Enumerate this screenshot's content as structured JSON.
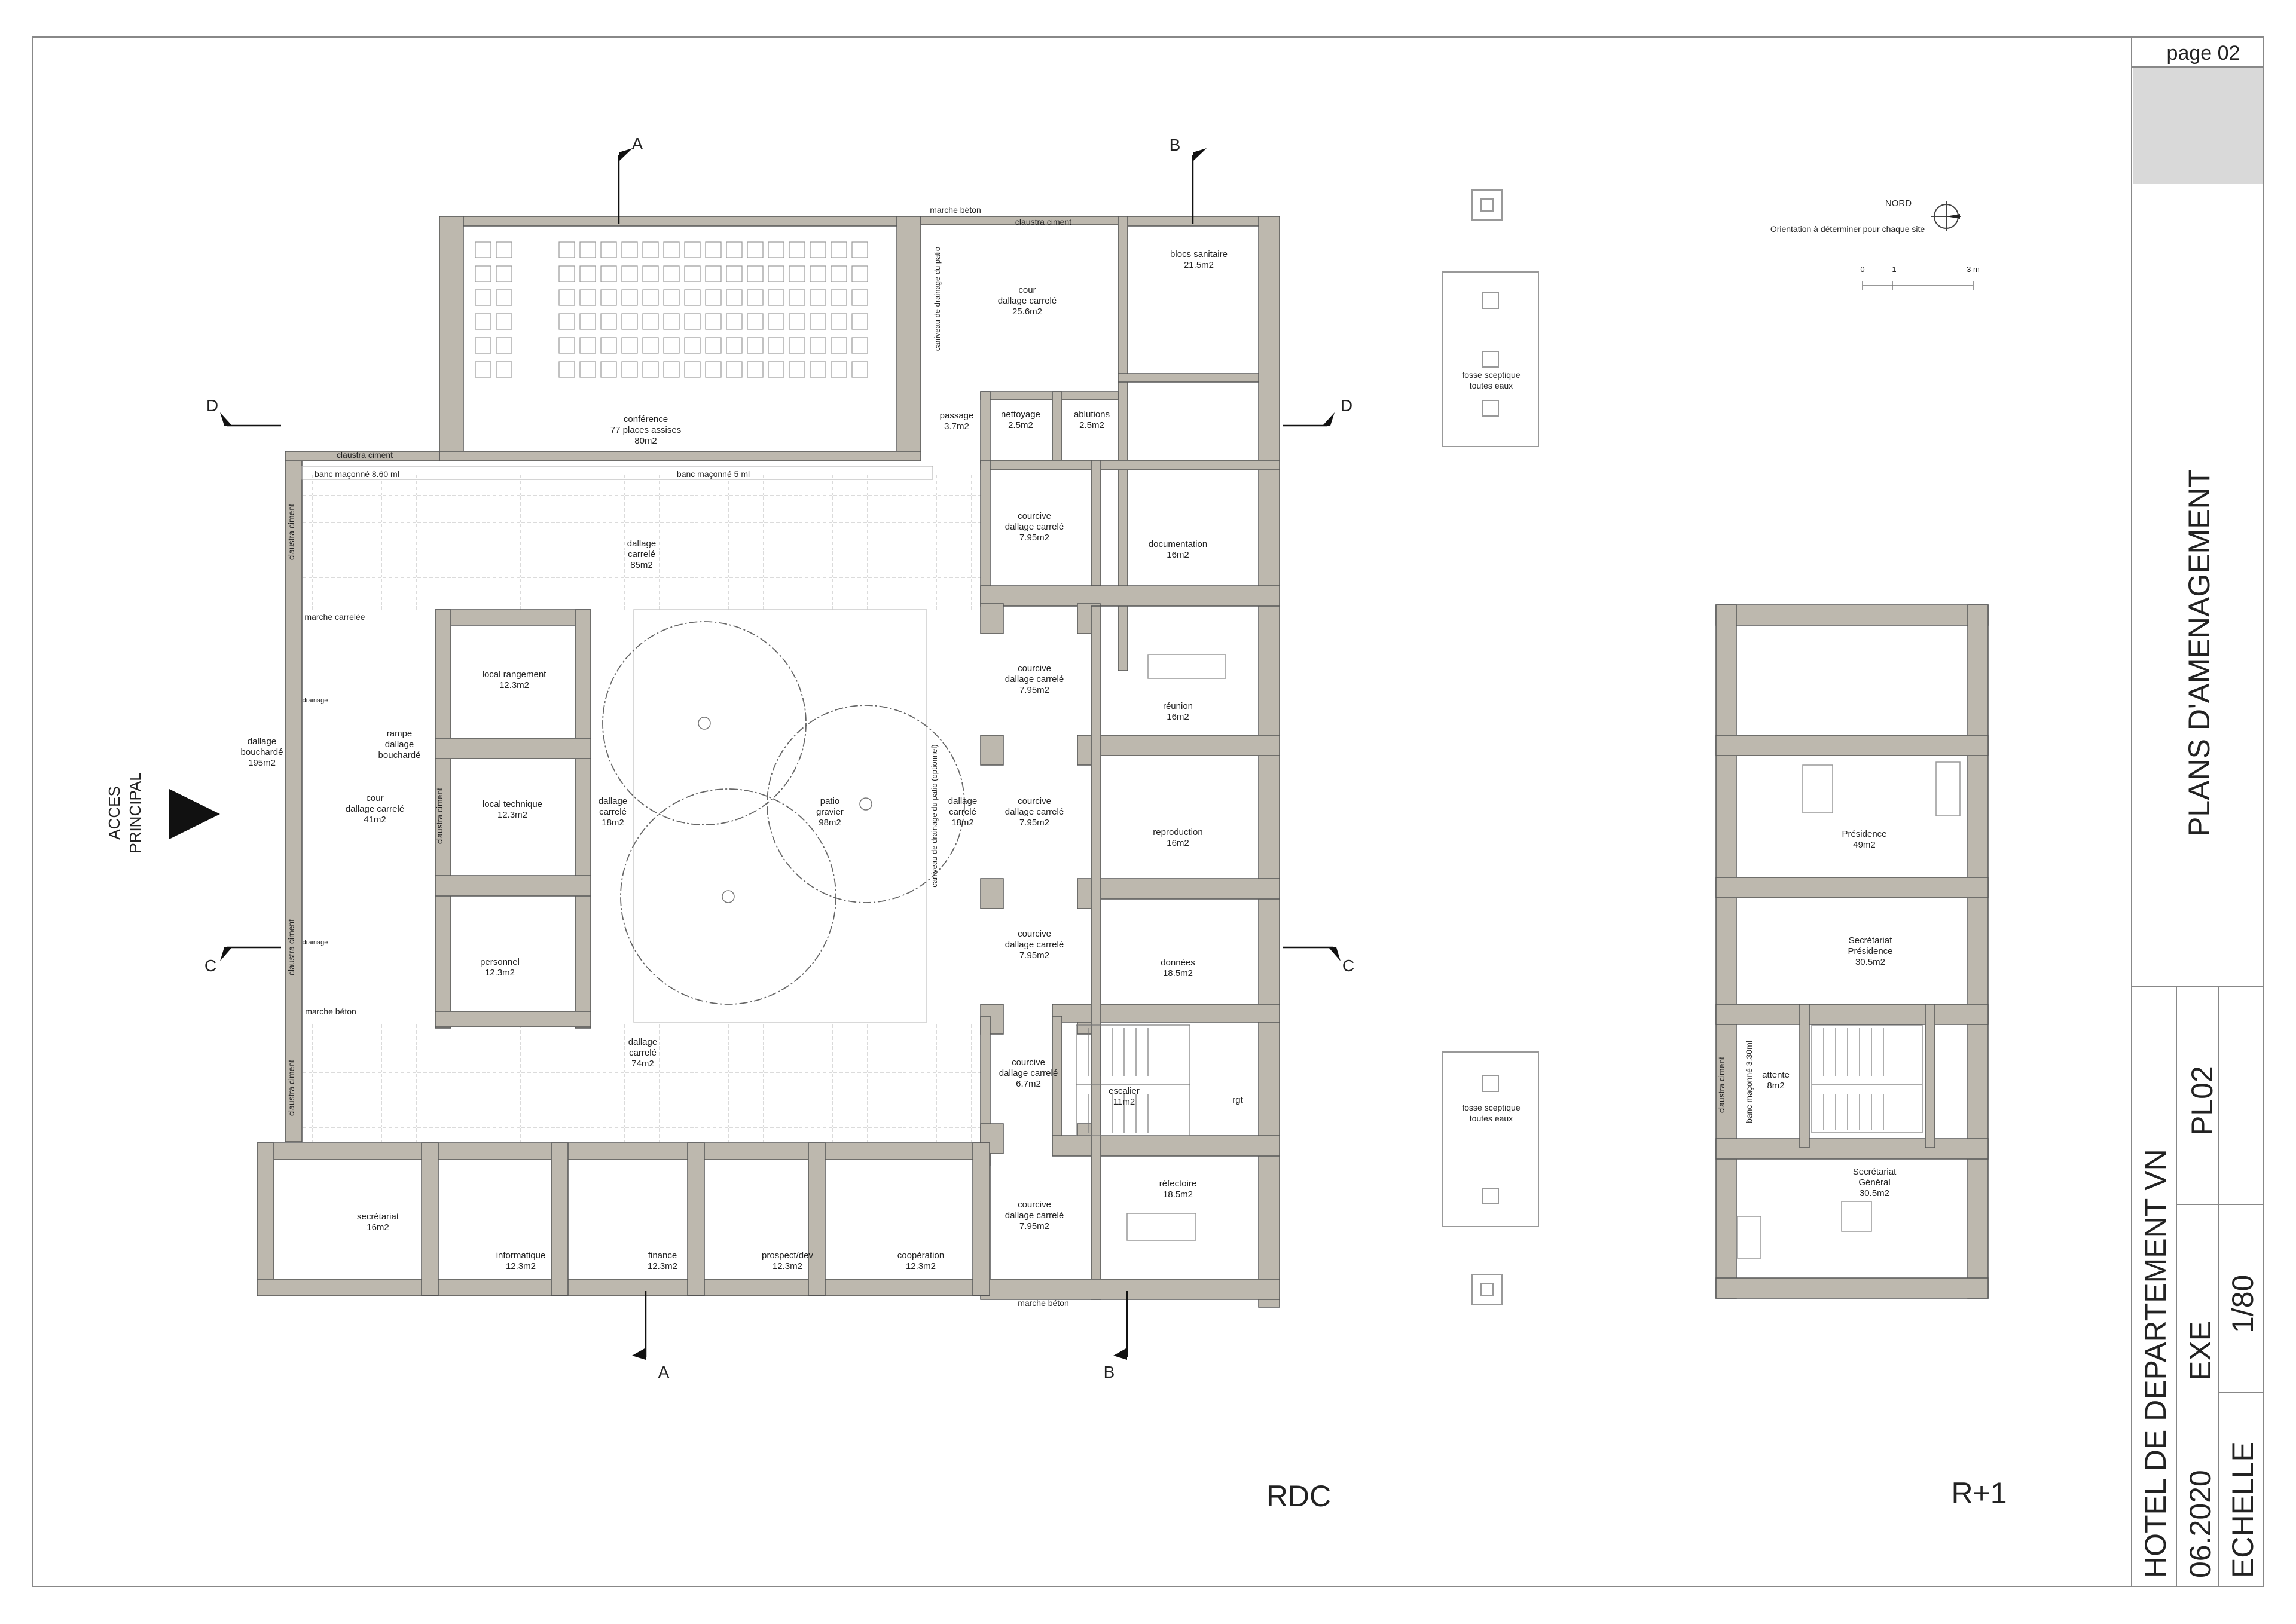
{
  "title_block": {
    "page": "page 02",
    "sheet_title": "PLANS D'AMENAGEMENT",
    "project": "HOTEL DE DEPARTEMENT VN",
    "date": "06.2020",
    "phase": "EXE",
    "sheet_code": "PL02",
    "scale_label": "ECHELLE",
    "scale": "1/80"
  },
  "north": {
    "label": "NORD",
    "note": "Orientation à déterminer pour chaque site",
    "scale_ticks": [
      "0",
      "1",
      "3 m"
    ]
  },
  "levels": {
    "ground": "RDC",
    "first": "R+1"
  },
  "access": {
    "line1": "ACCES",
    "line2": "PRINCIPAL"
  },
  "section_marks": {
    "a": "A",
    "b": "B",
    "c": "C",
    "d": "D"
  },
  "fosse": {
    "line1": "fosse sceptique",
    "line2": "toutes eaux"
  },
  "rdc_rooms": {
    "conference": {
      "name": "conférence",
      "detail": "77 places assises",
      "area": "80m2"
    },
    "cour_nord": {
      "name": "cour",
      "detail": "dallage carrelé",
      "area": "25.6m2"
    },
    "sanitaire": {
      "name": "blocs sanitaire",
      "area": "21.5m2"
    },
    "passage": {
      "name": "passage",
      "area": "3.7m2"
    },
    "nettoyage": {
      "name": "nettoyage",
      "area": "2.5m2"
    },
    "ablutions": {
      "name": "ablutions",
      "area": "2.5m2"
    },
    "dallage_85": {
      "name": "dallage",
      "detail": "carrelé",
      "area": "85m2"
    },
    "courcive_1": {
      "name": "courcive",
      "detail": "dallage carrelé",
      "area": "7.95m2"
    },
    "documentation": {
      "name": "documentation",
      "area": "16m2"
    },
    "courcive_2": {
      "name": "courcive",
      "detail": "dallage carrelé",
      "area": "7.95m2"
    },
    "reunion": {
      "name": "réunion",
      "area": "16m2"
    },
    "local_rangement": {
      "name": "local rangement",
      "area": "12.3m2"
    },
    "local_technique": {
      "name": "local technique",
      "area": "12.3m2"
    },
    "personnel": {
      "name": "personnel",
      "area": "12.3m2"
    },
    "cour_ouest": {
      "name": "cour",
      "detail": "dallage carrelé",
      "area": "41m2"
    },
    "dallage_boucharde": {
      "name": "dallage",
      "detail": "bouchardé",
      "area": "195m2"
    },
    "rampe": {
      "name": "rampe",
      "detail": "dallage",
      "detail2": "bouchardé"
    },
    "dallage_18_w": {
      "name": "dallage",
      "detail": "carrelé",
      "area": "18m2"
    },
    "patio": {
      "name": "patio",
      "detail": "gravier",
      "area": "98m2"
    },
    "dallage_18_e": {
      "name": "dallage",
      "detail": "carrelé",
      "area": "18m2"
    },
    "courcive_3": {
      "name": "courcive",
      "detail": "dallage carrelé",
      "area": "7.95m2"
    },
    "reproduction": {
      "name": "reproduction",
      "area": "16m2"
    },
    "courcive_4": {
      "name": "courcive",
      "detail": "dallage carrelé",
      "area": "7.95m2"
    },
    "donnees": {
      "name": "données",
      "area": "18.5m2"
    },
    "dallage_74": {
      "name": "dallage",
      "detail": "carrelé",
      "area": "74m2"
    },
    "courcive_5": {
      "name": "courcive",
      "detail": "dallage carrelé",
      "area": "6.7m2"
    },
    "escalier": {
      "name": "escalier",
      "area": "11m2"
    },
    "rgt": {
      "name": "rgt"
    },
    "refectoire": {
      "name": "réfectoire",
      "area": "18.5m2"
    },
    "courcive_6": {
      "name": "courcive",
      "detail": "dallage carrelé",
      "area": "7.95m2"
    },
    "secretariat": {
      "name": "secrétariat",
      "area": "16m2"
    },
    "informatique": {
      "name": "informatique",
      "area": "12.3m2"
    },
    "finance": {
      "name": "finance",
      "area": "12.3m2"
    },
    "prospect": {
      "name": "prospect/dev",
      "area": "12.3m2"
    },
    "cooperation": {
      "name": "coopération",
      "area": "12.3m2"
    }
  },
  "rdc_notes": {
    "marche_beton_top": "marche béton",
    "claustra_top": "claustra ciment",
    "claustra_left_top": "claustra ciment",
    "banc_8": "banc maçonné 8.60 ml",
    "banc_5": "banc maçonné 5 ml",
    "claustra_v1": "claustra ciment",
    "claustra_v2": "claustra ciment",
    "claustra_v3": "claustra ciment",
    "claustra_v4": "claustra ciment",
    "marche_carrelee": "marche carrelée",
    "drainage_1": "drainage",
    "drainage_2": "drainage",
    "marche_beton_mid": "marche béton",
    "marche_beton_bottom": "marche béton",
    "caniveau_1": "caniveau de drainage du patio",
    "caniveau_2": "caniveau de drainage du patio (optionnel)"
  },
  "r1_rooms": {
    "presidence": {
      "name": "Présidence",
      "area": "49m2"
    },
    "secretariat_pres": {
      "name": "Secrétariat",
      "detail": "Présidence",
      "area": "30.5m2"
    },
    "attente": {
      "name": "attente",
      "area": "8m2"
    },
    "secretariat_gen": {
      "name": "Secrétariat",
      "detail": "Général",
      "area": "30.5m2"
    },
    "banc": "banc maçonné 3.30ml",
    "claustra": "claustra ciment"
  },
  "colors": {
    "wall": "#bdb8ae",
    "line": "#555555",
    "grey_block": "#d9d9d9"
  }
}
